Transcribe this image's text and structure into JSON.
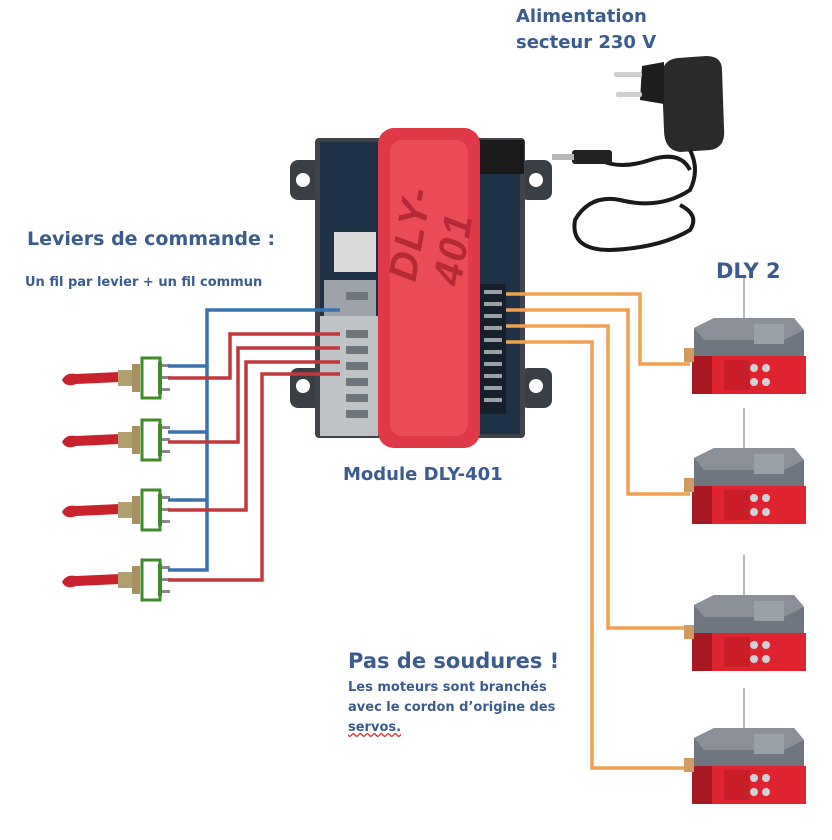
{
  "labels": {
    "alimentation_line1": "Alimentation",
    "alimentation_line2": "secteur 230 V",
    "leviers_title": "Leviers de commande :",
    "leviers_subtitle": "Un fil par levier + un fil commun",
    "module_label": "Module DLY-401",
    "board_text": "DLY-401",
    "dly2_label": "DLY 2",
    "pas_de_soudures": "Pas de soudures !",
    "moteurs_line1": "Les moteurs sont branchés",
    "moteurs_line2": "avec le cordon d’origine des",
    "moteurs_line3": "servos."
  },
  "colors": {
    "title_blue": "#3b5c8c",
    "wire_blue": "#3a72ad",
    "wire_red": "#c0393b",
    "wire_orange": "#f0a050",
    "board_pcb": "#1f3146",
    "board_cover": "#e03a48",
    "motor_red": "#e0242f",
    "motor_grey": "#6b6f78"
  },
  "icons": [
    "power-adapter-icon",
    "toggle-switch-icon",
    "servo-motor-icon",
    "circuit-board-icon"
  ]
}
